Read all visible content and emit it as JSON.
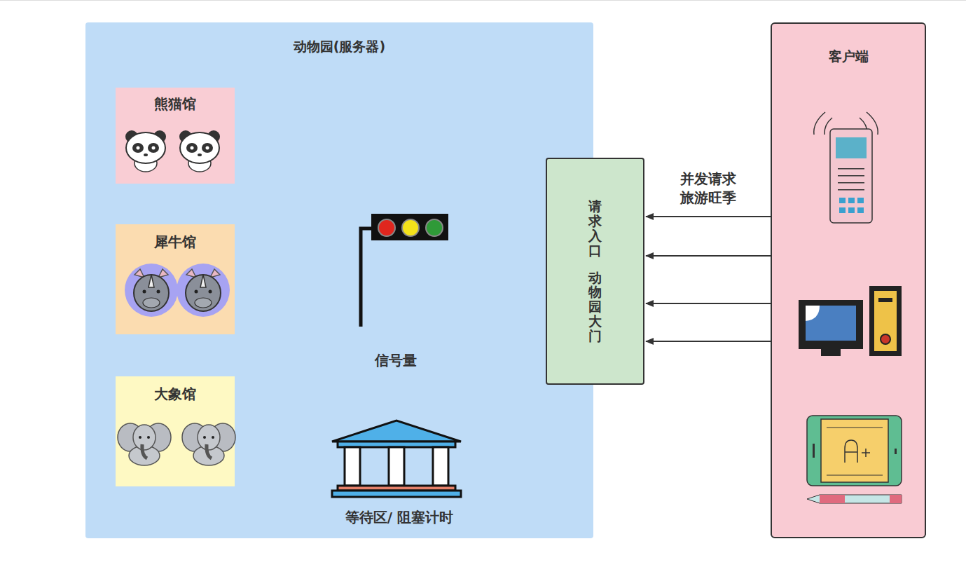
{
  "diagram": {
    "nodes": [
      {
        "text": [
          "动物园(服务器)"
        ]
      },
      {
        "text": [
          "熊猫馆"
        ],
        "in": 0
      },
      {
        "text": [
          "犀牛馆"
        ],
        "in": 0
      },
      {
        "text": [
          "大象馆"
        ],
        "in": 0
      },
      {
        "text": [
          "请求入口",
          "动物园大门"
        ]
      },
      {
        "text": [
          "客户端"
        ]
      }
    ],
    "edges": [
      {
        "from": 5,
        "to": 4,
        "arrow": "to",
        "label": "并发请求 旅游旺季"
      },
      {
        "from": 5,
        "to": 4,
        "arrow": "to"
      },
      {
        "from": 5,
        "to": 4,
        "arrow": "to"
      },
      {
        "from": 5,
        "to": 4,
        "arrow": "to"
      }
    ],
    "labels": [
      "信号量",
      "等待区/ 阻塞计时"
    ]
  }
}
